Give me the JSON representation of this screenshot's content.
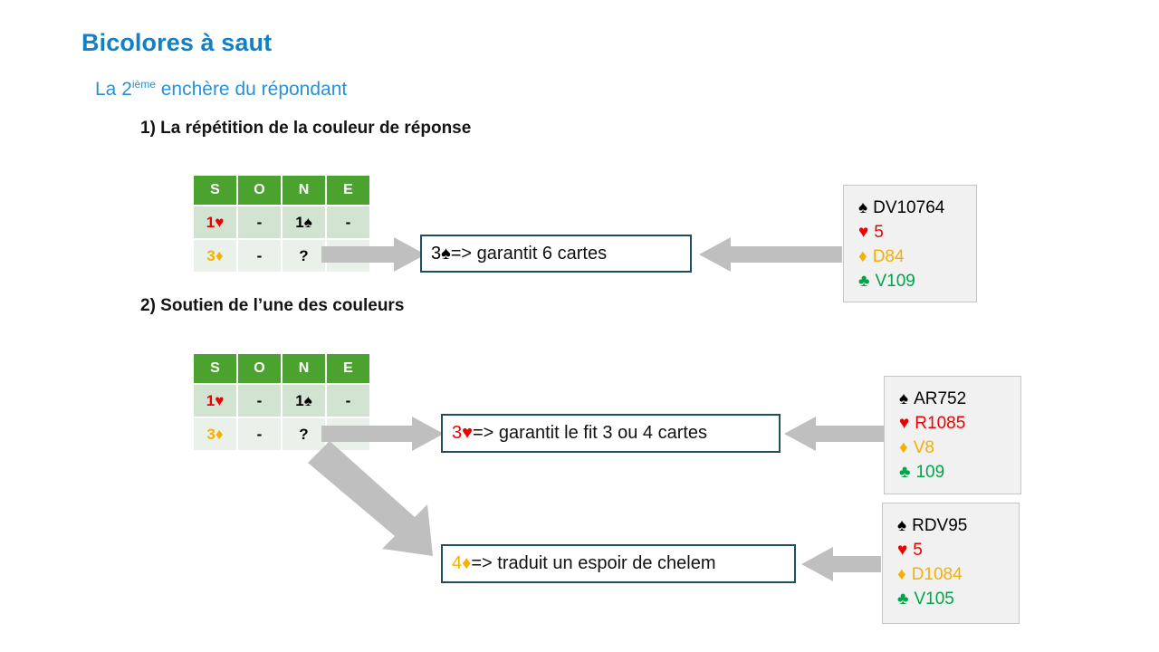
{
  "slide": {
    "title": "Bicolores à saut",
    "subtitle_before": "La 2",
    "subtitle_sup": "ième",
    "subtitle_after": " enchère du répondant",
    "title_color": "#1180C6",
    "subtitle_color": "#2A91D4"
  },
  "sections": [
    {
      "id": "sec1",
      "heading": "1) La répétition de la couleur de réponse"
    },
    {
      "id": "sec2",
      "heading": "2) Soutien de l’une des couleurs"
    }
  ],
  "bidding_tables": [
    {
      "name": "table-1",
      "headers": [
        "S",
        "O",
        "N",
        "E"
      ],
      "rows": [
        [
          {
            "bid": "1",
            "suit": "heart",
            "symbol": "♥"
          },
          {
            "bid": "-",
            "suit": "none",
            "symbol": ""
          },
          {
            "bid": "1",
            "suit": "spade",
            "symbol": "♠"
          },
          {
            "bid": "-",
            "suit": "none",
            "symbol": ""
          }
        ],
        [
          {
            "bid": "3",
            "suit": "diam",
            "symbol": "♦"
          },
          {
            "bid": "-",
            "suit": "none",
            "symbol": ""
          },
          {
            "bid": "?",
            "suit": "none",
            "symbol": ""
          },
          {
            "bid": "",
            "suit": "none",
            "symbol": ""
          }
        ]
      ]
    },
    {
      "name": "table-2",
      "headers": [
        "S",
        "O",
        "N",
        "E"
      ],
      "rows": [
        [
          {
            "bid": "1",
            "suit": "heart",
            "symbol": "♥"
          },
          {
            "bid": "-",
            "suit": "none",
            "symbol": ""
          },
          {
            "bid": "1",
            "suit": "spade",
            "symbol": "♠"
          },
          {
            "bid": "-",
            "suit": "none",
            "symbol": ""
          }
        ],
        [
          {
            "bid": "3",
            "suit": "diam",
            "symbol": "♦"
          },
          {
            "bid": "-",
            "suit": "none",
            "symbol": ""
          },
          {
            "bid": "?",
            "suit": "none",
            "symbol": ""
          },
          {
            "bid": "",
            "suit": "none",
            "symbol": ""
          }
        ]
      ]
    }
  ],
  "answers": [
    {
      "name": "answer-1",
      "bid_level": "3",
      "bid_symbol": "♠",
      "bid_suit": "spade",
      "text": " => garantit 6 cartes"
    },
    {
      "name": "answer-2",
      "bid_level": "3",
      "bid_symbol": "♥",
      "bid_suit": "heart",
      "text": " => garantit le fit 3 ou 4 cartes"
    },
    {
      "name": "answer-3",
      "bid_level": "4",
      "bid_symbol": "♦",
      "bid_suit": "diam",
      "text": " => traduit un espoir de chelem"
    }
  ],
  "hands": [
    {
      "name": "hand-1",
      "spades": "DV10764",
      "hearts": "5",
      "diamonds": "D84",
      "clubs": "V109"
    },
    {
      "name": "hand-2",
      "spades": "AR752",
      "hearts": "R1085",
      "diamonds": "V8",
      "clubs": "109"
    },
    {
      "name": "hand-3",
      "spades": "RDV95",
      "hearts": "5",
      "diamonds": "D1084",
      "clubs": "V105"
    }
  ],
  "suit_symbols": {
    "spade": "♠",
    "heart": "♥",
    "diamond": "♦",
    "club": "♣"
  },
  "colors": {
    "header_green": "#4CA22F",
    "row_green_dark": "#D3E3D1",
    "row_green_light": "#EAF1EA",
    "arrow_gray": "#BFBFBF",
    "answer_border": "#1F4E63",
    "hand_bg": "#F1F1F1",
    "spade": "#000000",
    "heart": "#EE0000",
    "diamond": "#F5B000",
    "club": "#00A44B"
  }
}
